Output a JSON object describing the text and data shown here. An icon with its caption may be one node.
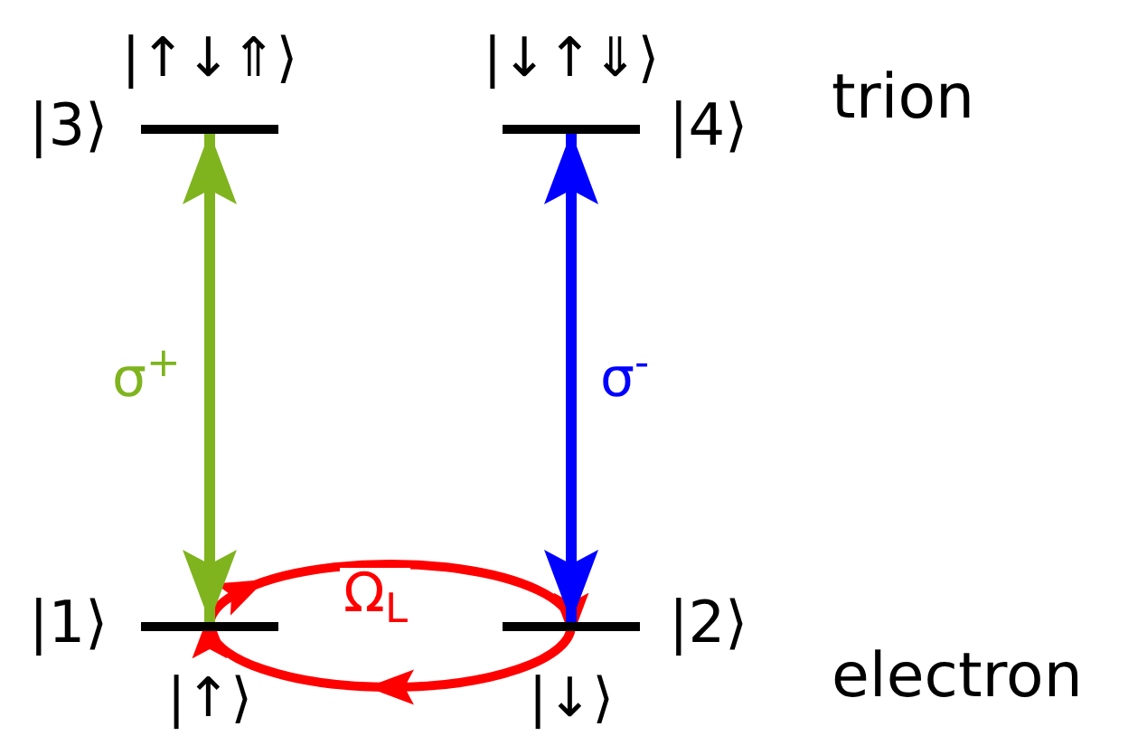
{
  "diagram": {
    "nodes": [
      {
        "text": [
          "|↑↓⇑⟩"
        ],
        "beside": [
          "|3⟩"
        ]
      },
      {
        "text": [
          "|↓↑⇓⟩"
        ],
        "beside": [
          "|4⟩"
        ]
      },
      {
        "text": [
          "|↑⟩"
        ],
        "beside": [
          "|1⟩"
        ]
      },
      {
        "text": [
          "|↓⟩"
        ],
        "beside": [
          "|2⟩"
        ]
      }
    ],
    "edges": [
      {
        "from": 0,
        "to": 2,
        "arrow": "both",
        "label": "σ$^{+}$",
        "color": "#7fb41e"
      },
      {
        "from": 1,
        "to": 3,
        "arrow": "both",
        "label": "σ$^{-}$",
        "color": "#0000ff"
      },
      {
        "from": 2,
        "to": 3,
        "arrow": "to",
        "label": "Ω$_{L}$",
        "color": "#ff0000"
      },
      {
        "from": 3,
        "to": 2,
        "arrow": "to",
        "color": "#ff0000"
      }
    ],
    "labels": [
      "trion",
      "electron"
    ]
  }
}
